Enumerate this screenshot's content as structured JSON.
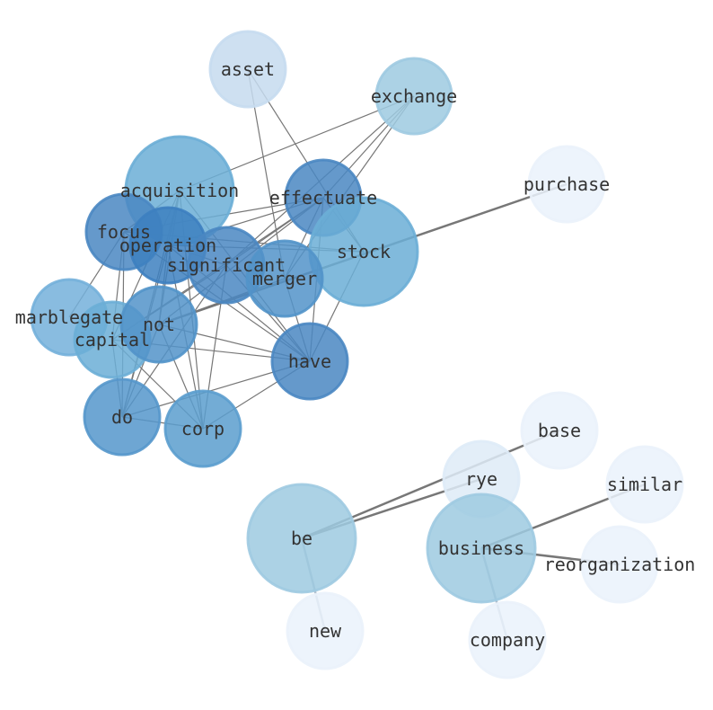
{
  "nodes": [
    {
      "id": "asset",
      "label": "asset",
      "color": "#c6dbef"
    },
    {
      "id": "exchange",
      "label": "exchange",
      "color": "#9ecae1"
    },
    {
      "id": "purchase",
      "label": "purchase",
      "color": "#eaf2fb"
    },
    {
      "id": "acquisition",
      "label": "acquisition",
      "color": "#6baed6"
    },
    {
      "id": "effectuate",
      "label": "effectuate",
      "color": "#4a87c2"
    },
    {
      "id": "focus",
      "label": "focus",
      "color": "#4a87c2"
    },
    {
      "id": "operation",
      "label": "operation",
      "color": "#3d80c0"
    },
    {
      "id": "stock",
      "label": "stock",
      "color": "#6baed6"
    },
    {
      "id": "significant",
      "label": "significant",
      "color": "#4a87c2"
    },
    {
      "id": "merger",
      "label": "merger",
      "color": "#5293c9"
    },
    {
      "id": "marblegate",
      "label": "marblegate",
      "color": "#74b0da"
    },
    {
      "id": "capital",
      "label": "capital",
      "color": "#6baed6"
    },
    {
      "id": "not",
      "label": "not",
      "color": "#5293c9"
    },
    {
      "id": "have",
      "label": "have",
      "color": "#4a87c2"
    },
    {
      "id": "do",
      "label": "do",
      "color": "#5597cb"
    },
    {
      "id": "corp",
      "label": "corp",
      "color": "#5b9dce"
    },
    {
      "id": "base",
      "label": "base",
      "color": "#eaf2fb"
    },
    {
      "id": "rye",
      "label": "rye",
      "color": "#deebf7"
    },
    {
      "id": "similar",
      "label": "similar",
      "color": "#eaf2fb"
    },
    {
      "id": "be",
      "label": "be",
      "color": "#9ecae1"
    },
    {
      "id": "business",
      "label": "business",
      "color": "#9ecae1"
    },
    {
      "id": "reorganization",
      "label": "reorganization",
      "color": "#eaf2fb"
    },
    {
      "id": "new",
      "label": "new",
      "color": "#eaf2fb"
    },
    {
      "id": "company",
      "label": "company",
      "color": "#eaf2fb"
    }
  ],
  "edges": [
    [
      "asset",
      "merger",
      1
    ],
    [
      "asset",
      "stock",
      1
    ],
    [
      "exchange",
      "acquisition",
      1
    ],
    [
      "exchange",
      "effectuate",
      1
    ],
    [
      "exchange",
      "significant",
      1
    ],
    [
      "exchange",
      "merger",
      1
    ],
    [
      "purchase",
      "not",
      2
    ],
    [
      "acquisition",
      "focus",
      1
    ],
    [
      "acquisition",
      "operation",
      1
    ],
    [
      "acquisition",
      "not",
      1
    ],
    [
      "acquisition",
      "do",
      1
    ],
    [
      "acquisition",
      "have",
      1
    ],
    [
      "acquisition",
      "corp",
      1
    ],
    [
      "acquisition",
      "capital",
      1
    ],
    [
      "effectuate",
      "focus",
      1
    ],
    [
      "effectuate",
      "operation",
      1
    ],
    [
      "effectuate",
      "significant",
      1
    ],
    [
      "effectuate",
      "merger",
      1
    ],
    [
      "effectuate",
      "have",
      1
    ],
    [
      "effectuate",
      "not",
      1
    ],
    [
      "effectuate",
      "capital",
      1
    ],
    [
      "effectuate",
      "stock",
      1
    ],
    [
      "focus",
      "marblegate",
      1
    ],
    [
      "focus",
      "do",
      1
    ],
    [
      "focus",
      "capital",
      1
    ],
    [
      "focus",
      "stock",
      1
    ],
    [
      "focus",
      "have",
      1
    ],
    [
      "operation",
      "significant",
      1
    ],
    [
      "operation",
      "stock",
      1
    ],
    [
      "operation",
      "do",
      1
    ],
    [
      "operation",
      "corp",
      1
    ],
    [
      "operation",
      "have",
      1
    ],
    [
      "operation",
      "not",
      1
    ],
    [
      "significant",
      "do",
      1
    ],
    [
      "significant",
      "corp",
      1
    ],
    [
      "significant",
      "have",
      1
    ],
    [
      "significant",
      "capital",
      1
    ],
    [
      "merger",
      "have",
      1
    ],
    [
      "merger",
      "not",
      1
    ],
    [
      "stock",
      "have",
      1
    ],
    [
      "not",
      "have",
      1
    ],
    [
      "not",
      "do",
      1
    ],
    [
      "not",
      "corp",
      1
    ],
    [
      "capital",
      "have",
      1
    ],
    [
      "capital",
      "corp",
      1
    ],
    [
      "capital",
      "do",
      1
    ],
    [
      "do",
      "corp",
      1
    ],
    [
      "do",
      "have",
      1
    ],
    [
      "corp",
      "have",
      1
    ],
    [
      "be",
      "base",
      2
    ],
    [
      "be",
      "rye",
      2
    ],
    [
      "be",
      "new",
      0
    ],
    [
      "business",
      "similar",
      2
    ],
    [
      "business",
      "reorganization",
      2
    ],
    [
      "business",
      "company",
      0
    ]
  ]
}
